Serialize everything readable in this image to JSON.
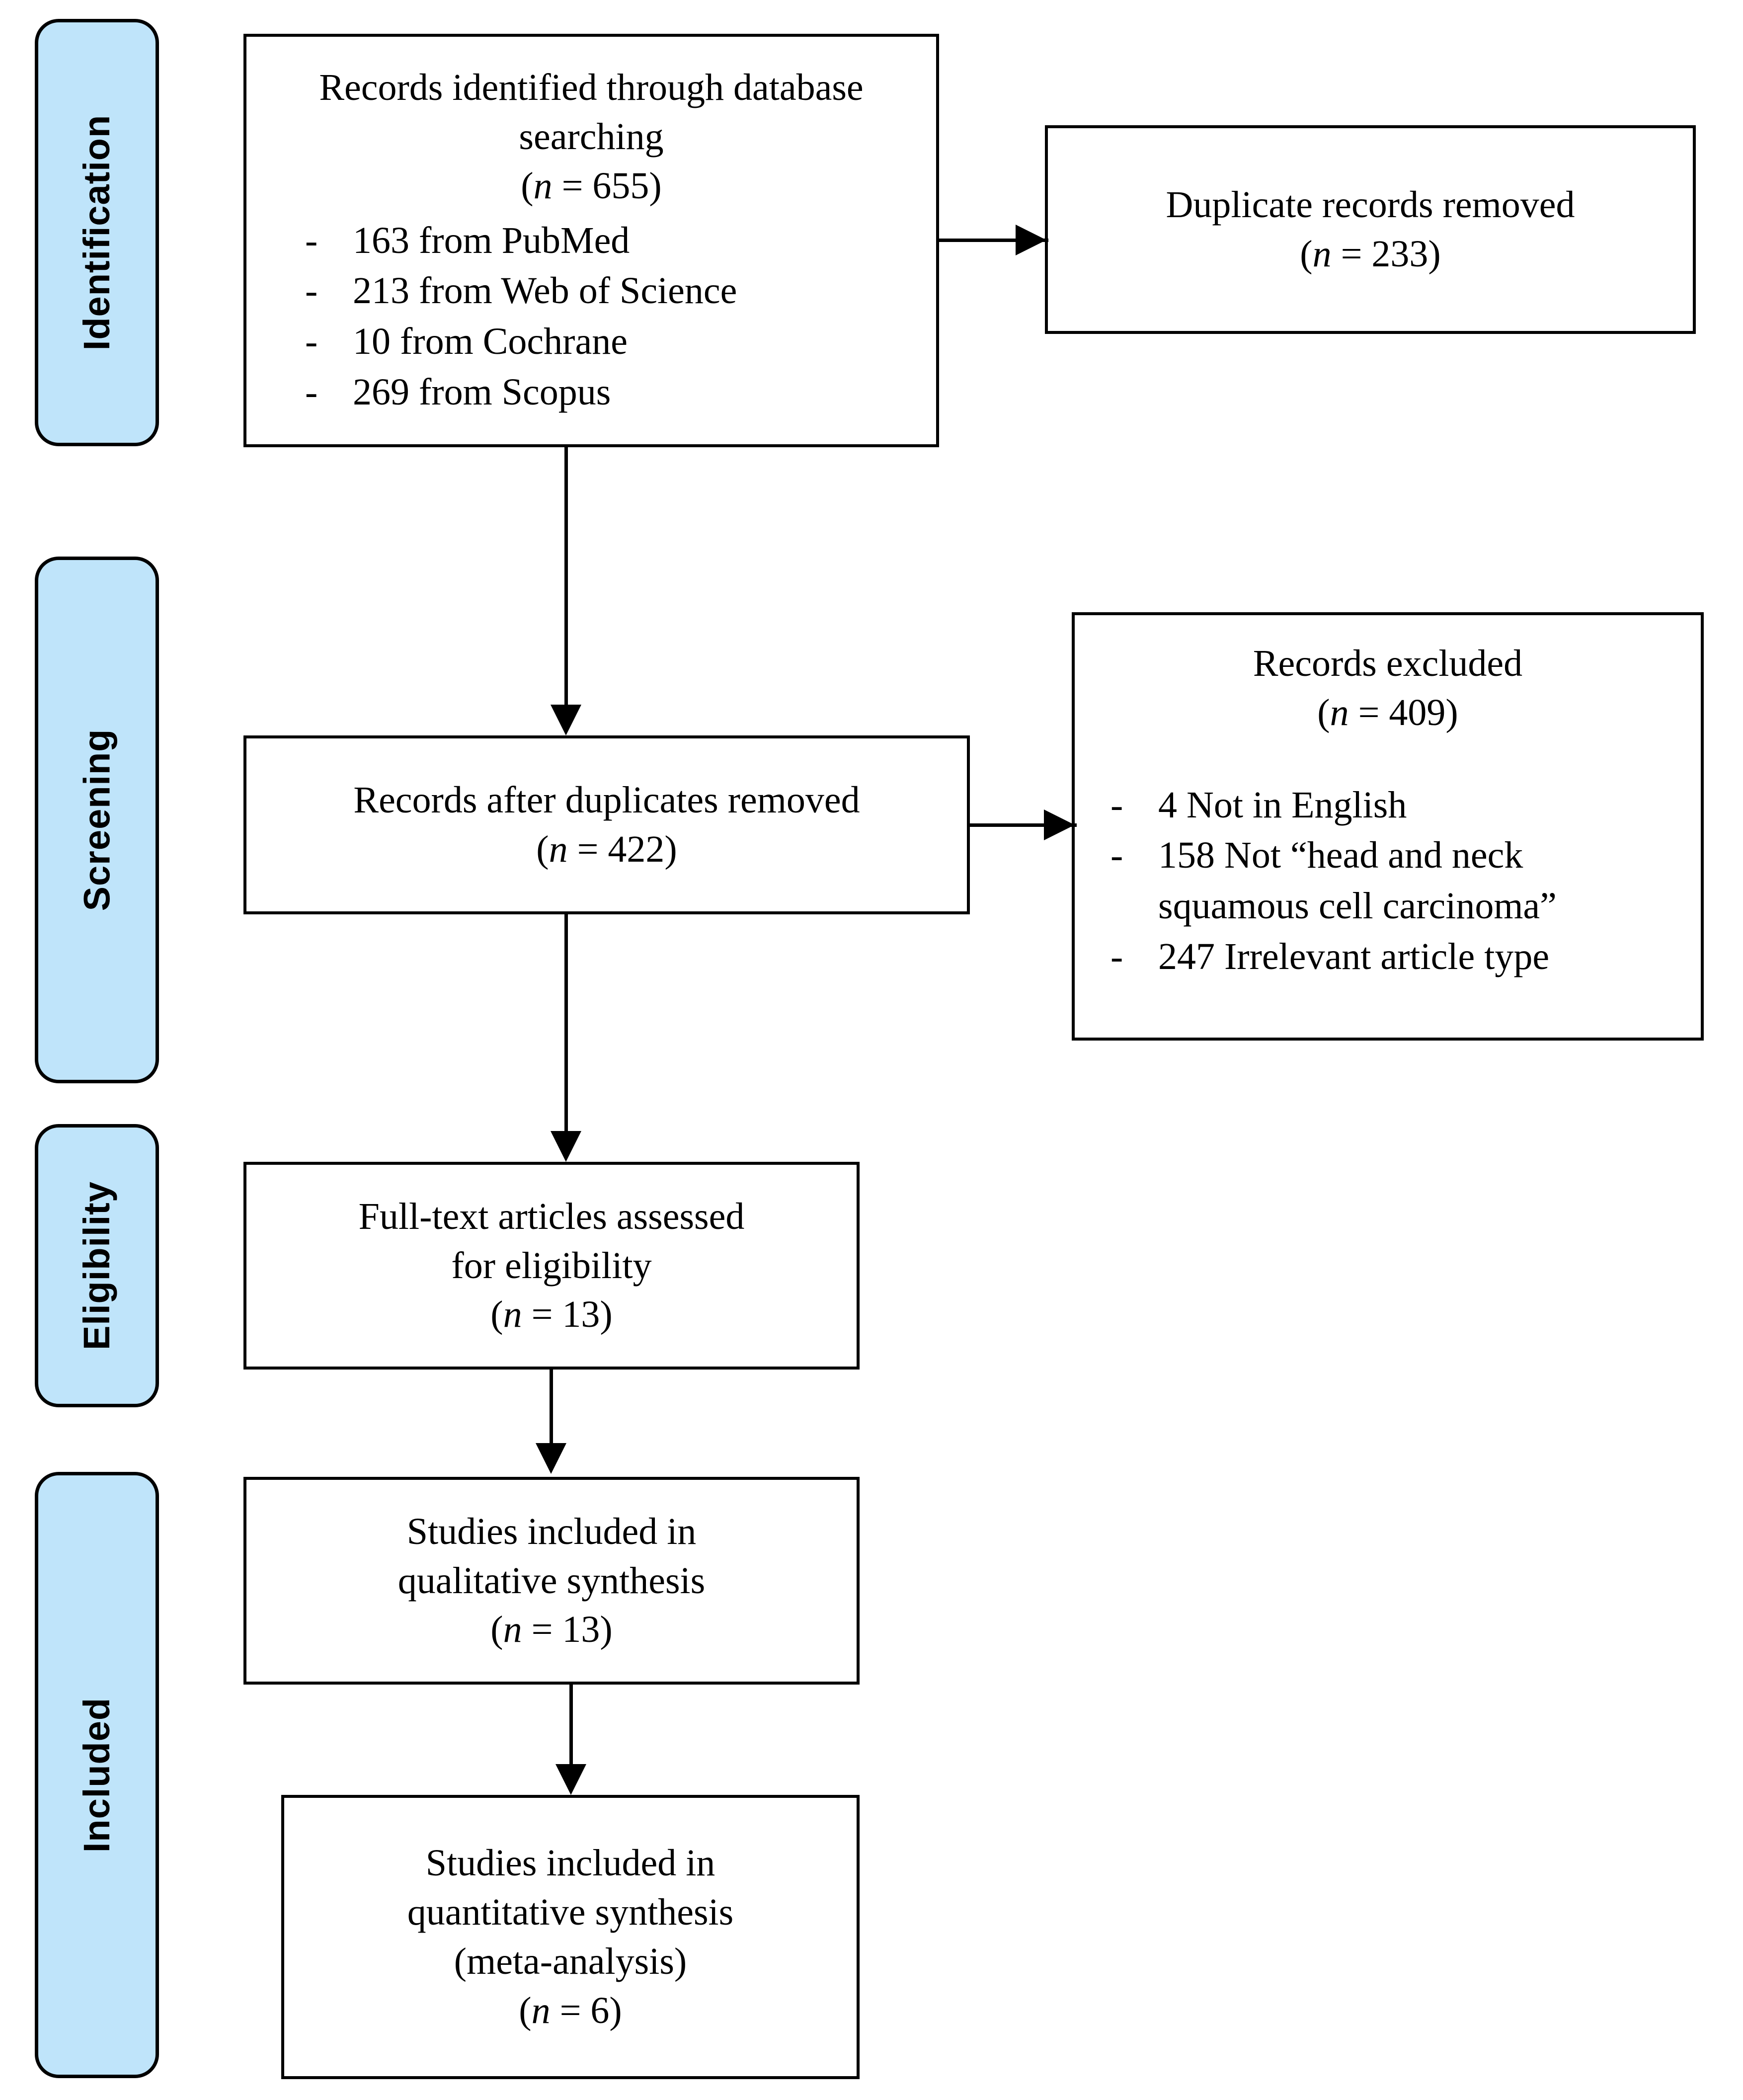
{
  "diagram": {
    "type": "prisma-flow-diagram",
    "accent_color": "#bfe4fa",
    "line_color": "#000000",
    "background": "#ffffff"
  },
  "stages": [
    {
      "id": "identification",
      "label": "Identification"
    },
    {
      "id": "screening",
      "label": "Screening"
    },
    {
      "id": "eligibility",
      "label": "Eligibility"
    },
    {
      "id": "included",
      "label": "Included"
    }
  ],
  "boxes": {
    "identified": {
      "line1": "Records identified through database",
      "line2": "searching",
      "n_open": "(",
      "n_symbol": "n",
      "n_eq": " = 655)",
      "sources": [
        {
          "dash": "-",
          "text": "163 from PubMed"
        },
        {
          "dash": "-",
          "text": "213 from Web of Science"
        },
        {
          "dash": "-",
          "text": "10 from Cochrane"
        },
        {
          "dash": "-",
          "text": "269 from Scopus"
        }
      ]
    },
    "duplicates_removed": {
      "line1": "Duplicate records removed",
      "n_open": "(",
      "n_symbol": "n",
      "n_eq": " = 233)"
    },
    "after_duplicates": {
      "line1": "Records after duplicates removed",
      "n_open": "(",
      "n_symbol": "n",
      "n_eq": " = 422)"
    },
    "records_excluded": {
      "line1": "Records excluded",
      "n_open": "(",
      "n_symbol": "n",
      "n_eq": " = 409)",
      "reasons": [
        {
          "dash": "-",
          "text": "4 Not in English"
        },
        {
          "dash": "-",
          "text": "158 Not “head and neck squamous cell carcinoma”"
        },
        {
          "dash": "-",
          "text": "247 Irrelevant article type"
        }
      ]
    },
    "full_text_assessed": {
      "line1": "Full-text articles assessed",
      "line2": "for eligibility",
      "n_open": "(",
      "n_symbol": "n",
      "n_eq": " = 13)"
    },
    "qualitative_synthesis": {
      "line1": "Studies included in",
      "line2": "qualitative synthesis",
      "n_open": "(",
      "n_symbol": "n",
      "n_eq": " = 13)"
    },
    "quantitative_synthesis": {
      "line1": "Studies included in",
      "line2": "quantitative synthesis",
      "line3": "(meta-analysis)",
      "n_open": "(",
      "n_symbol": "n",
      "n_eq": " = 6)"
    }
  }
}
